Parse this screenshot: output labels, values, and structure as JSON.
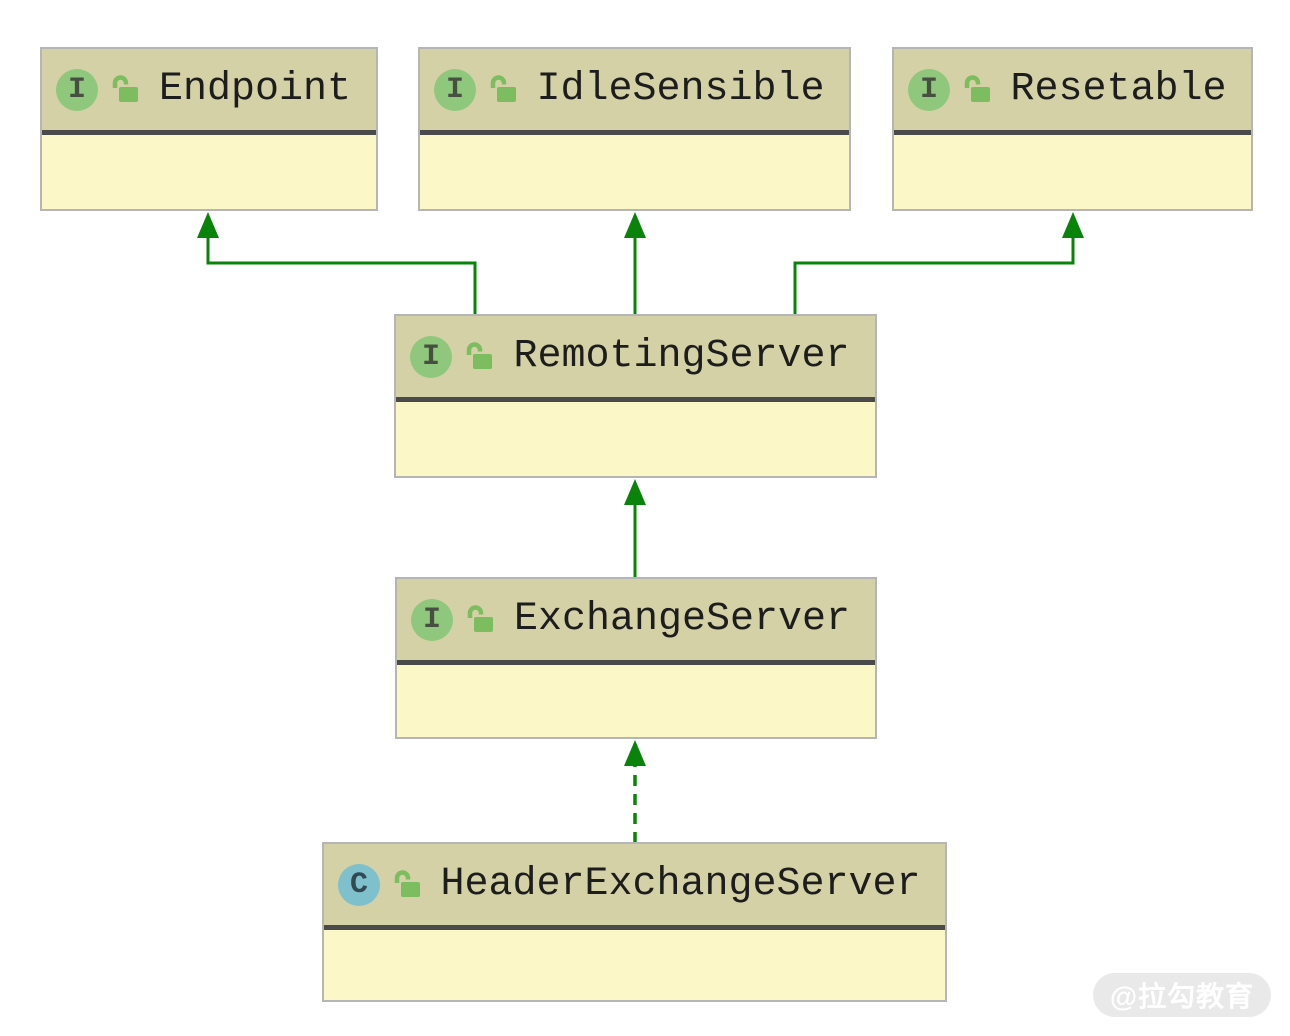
{
  "diagram": {
    "nodes": [
      {
        "id": "endpoint",
        "label": "Endpoint",
        "kind": "interface",
        "badge": "I",
        "lock": "unlocked"
      },
      {
        "id": "idlesensible",
        "label": "IdleSensible",
        "kind": "interface",
        "badge": "I",
        "lock": "unlocked"
      },
      {
        "id": "resetable",
        "label": "Resetable",
        "kind": "interface",
        "badge": "I",
        "lock": "unlocked"
      },
      {
        "id": "remotingserver",
        "label": "RemotingServer",
        "kind": "interface",
        "badge": "I",
        "lock": "unlocked"
      },
      {
        "id": "exchangeserver",
        "label": "ExchangeServer",
        "kind": "interface",
        "badge": "I",
        "lock": "unlocked"
      },
      {
        "id": "headerexchangeserver",
        "label": "HeaderExchangeServer",
        "kind": "class",
        "badge": "C",
        "lock": "unlocked"
      }
    ],
    "edges": [
      {
        "from": "RemotingServer",
        "to": "Endpoint",
        "style": "solid",
        "arrow": "hollowless-filled-triangle"
      },
      {
        "from": "RemotingServer",
        "to": "IdleSensible",
        "style": "solid",
        "arrow": "hollowless-filled-triangle"
      },
      {
        "from": "RemotingServer",
        "to": "Resetable",
        "style": "solid",
        "arrow": "hollowless-filled-triangle"
      },
      {
        "from": "ExchangeServer",
        "to": "RemotingServer",
        "style": "solid",
        "arrow": "hollowless-filled-triangle"
      },
      {
        "from": "HeaderExchangeServer",
        "to": "ExchangeServer",
        "style": "dashed",
        "arrow": "hollowless-filled-triangle"
      }
    ],
    "colors": {
      "node_header_bg": "#d5d1a6",
      "node_body_bg": "#fbf7c6",
      "node_border": "#b5b5b5",
      "header_separator": "#4a4a4a",
      "edge_green": "#0a830a",
      "interface_badge_bg": "#8fc87d",
      "class_badge_bg": "#7ec0cb",
      "lock_green": "#7cbd5f",
      "title_text": "#1d1d1d",
      "watermark_bg": "#e9e9e9",
      "watermark_text": "#ffffff"
    }
  },
  "watermark": {
    "text": "@拉勾教育"
  }
}
